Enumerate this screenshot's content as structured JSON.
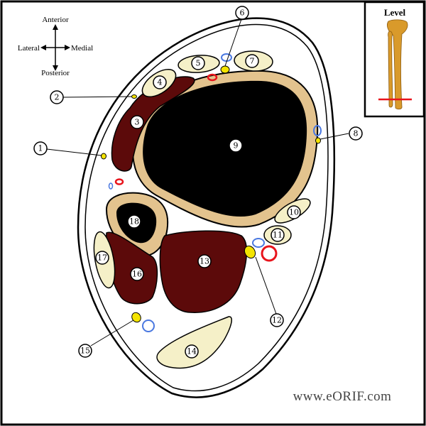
{
  "orientation": {
    "anterior": "Anterior",
    "posterior": "Posterior",
    "lateral": "Lateral",
    "medial": "Medial"
  },
  "level_box": {
    "title": "Level"
  },
  "labels": {
    "l1": "1",
    "l2": "2",
    "l3": "3",
    "l4": "4",
    "l5": "5",
    "l6": "6",
    "l7": "7",
    "l8": "8",
    "l9": "9",
    "l10": "10",
    "l11": "11",
    "l12": "12",
    "l13": "13",
    "l14": "14",
    "l15": "15",
    "l16": "16",
    "l17": "17",
    "l18": "18"
  },
  "watermark": "www.eORIF.com",
  "colors": {
    "muscle": "#5c0a0a",
    "bone_cortex": "#e3c38e",
    "marrow": "#000000",
    "tendon": "#f5f0c8",
    "nerve": "#f4e400",
    "artery": "#e8141c",
    "vein": "#4a78e0",
    "level_line": "#e8141c",
    "bone_illustration": "#d99a2b"
  }
}
